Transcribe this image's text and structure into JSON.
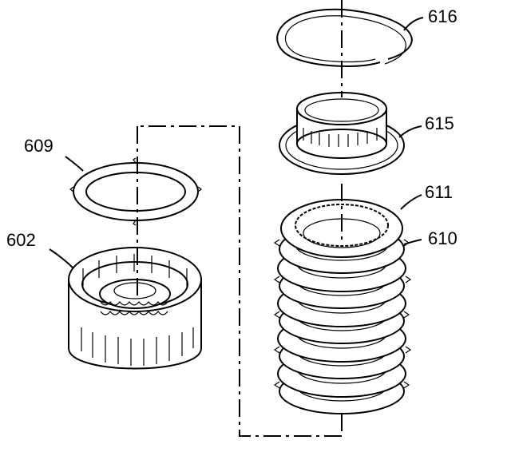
{
  "callouts": {
    "snap_ring": "616",
    "backing_plate": "615",
    "steel_plate": "611",
    "fiber_plate": "610",
    "wave_plate": "609",
    "clutch_housing": "602"
  }
}
